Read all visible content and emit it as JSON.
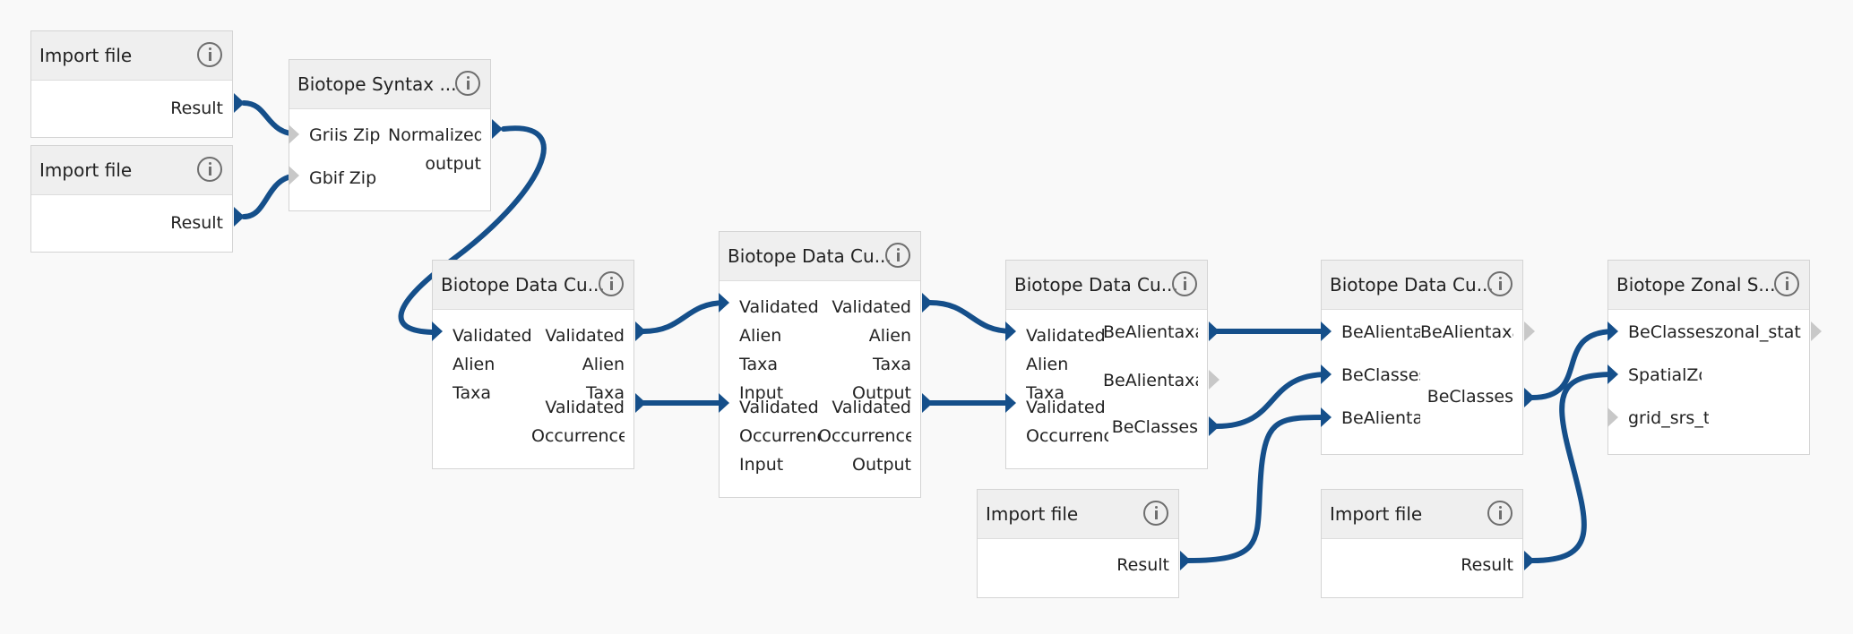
{
  "colors": {
    "wire": "#154f8a",
    "port_idle": "#c8c8c8",
    "background": "#f9f9f9"
  },
  "icons": {
    "info": "info-icon"
  },
  "nodes": {
    "import1": {
      "title": "Import file",
      "outputs": [
        "Result"
      ]
    },
    "import2": {
      "title": "Import file",
      "outputs": [
        "Result"
      ]
    },
    "syntax": {
      "title": "Biotope Syntax ...",
      "inputs": [
        "Griis Zip",
        "Gbif Zip"
      ],
      "outputs": [
        "Normalized output"
      ]
    },
    "curation1": {
      "title": "Biotope Data Cu...",
      "inputs": [
        "Validated Alien Taxa"
      ],
      "outputs": [
        "Validated Alien Taxa",
        "Validated Occurrences"
      ]
    },
    "curation2": {
      "title": "Biotope Data Cu...",
      "inputs": [
        "Validated Alien Taxa Input",
        "Validated Occurrences Input"
      ],
      "outputs": [
        "Validated Alien Taxa Output",
        "Validated Occurrences Output"
      ]
    },
    "curation3": {
      "title": "Biotope Data Cu...",
      "inputs": [
        "Validated Alien Taxa",
        "Validated Occurrences"
      ],
      "outputs": [
        "BeAlientaxa",
        "BeAlientaxa",
        "BeClasses"
      ]
    },
    "curation4": {
      "title": "Biotope Data Cu...",
      "inputs": [
        "BeAlientaxa",
        "BeClasses",
        "BeAlientaxa"
      ],
      "outputs": [
        "BeAlientaxa",
        "BeClasses"
      ]
    },
    "zonal": {
      "title": "Biotope Zonal S...",
      "inputs": [
        "BeClasseszonal_statistics",
        "SpatialZones",
        "grid_srs_t"
      ]
    },
    "import3": {
      "title": "Import file",
      "outputs": [
        "Result"
      ]
    },
    "import4": {
      "title": "Import file",
      "outputs": [
        "Result"
      ]
    }
  }
}
